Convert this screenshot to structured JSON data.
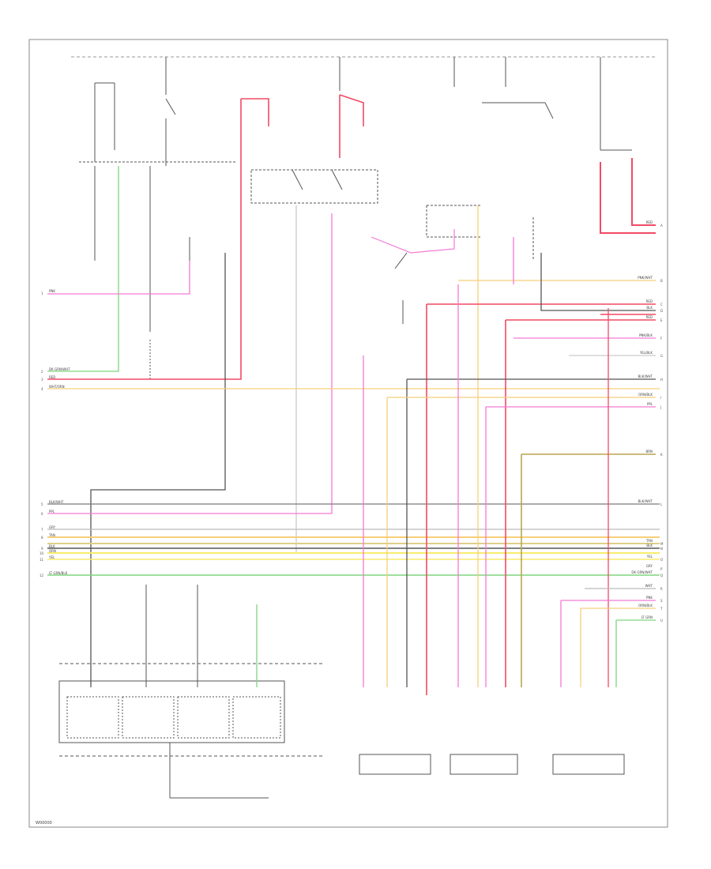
{
  "diagram": {
    "footer_code": "W00000",
    "colors": {
      "pink": "#f47ad4",
      "red": "#f24a64",
      "yellow": "#f7ec6c",
      "orange": "#f6cf7a",
      "gray": "#7a7a7a",
      "dark": "#333333",
      "green": "#7ed67e",
      "light_gray": "#bbbbbb",
      "olive": "#b8a650",
      "line": "#444444"
    },
    "wires_left": [
      {
        "id": "1",
        "label": "PNK"
      },
      {
        "id": "2",
        "label": "DK GRN/WHT"
      },
      {
        "id": "3",
        "label": "RED"
      },
      {
        "id": "4",
        "label": "WHT/ORN"
      },
      {
        "id": "5",
        "label": "BLK/WHT"
      },
      {
        "id": "6",
        "label": "PPL"
      },
      {
        "id": "7",
        "label": "GRY"
      },
      {
        "id": "8",
        "label": "TAN"
      },
      {
        "id": "9",
        "label": "BLK"
      },
      {
        "id": "10",
        "label": "ORN"
      },
      {
        "id": "11",
        "label": "YEL"
      },
      {
        "id": "12",
        "label": "LT GRN/BLK"
      }
    ],
    "wires_right": [
      {
        "id": "A",
        "label": "RED"
      },
      {
        "id": "B",
        "label": "PNK/WHT"
      },
      {
        "id": "C",
        "label": "RED"
      },
      {
        "id": "D",
        "label": "BLK"
      },
      {
        "id": "E",
        "label": "RED"
      },
      {
        "id": "F",
        "label": "PNK/BLK"
      },
      {
        "id": "G",
        "label": "YEL/BLK"
      },
      {
        "id": "H",
        "label": "BLK/WHT"
      },
      {
        "id": "I",
        "label": "ORN/BLK"
      },
      {
        "id": "J",
        "label": "PPL"
      },
      {
        "id": "K",
        "label": "BRN"
      },
      {
        "id": "L",
        "label": "BLK/WHT"
      },
      {
        "id": "M",
        "label": "TAN"
      },
      {
        "id": "N",
        "label": "BLK"
      },
      {
        "id": "O",
        "label": "YEL"
      },
      {
        "id": "P",
        "label": "GRY"
      },
      {
        "id": "Q",
        "label": "DK GRN/WHT"
      },
      {
        "id": "R",
        "label": "WHT"
      },
      {
        "id": "S",
        "label": "PNK"
      },
      {
        "id": "T",
        "label": "ORN/BLK"
      },
      {
        "id": "U",
        "label": "LT GRN"
      }
    ]
  }
}
